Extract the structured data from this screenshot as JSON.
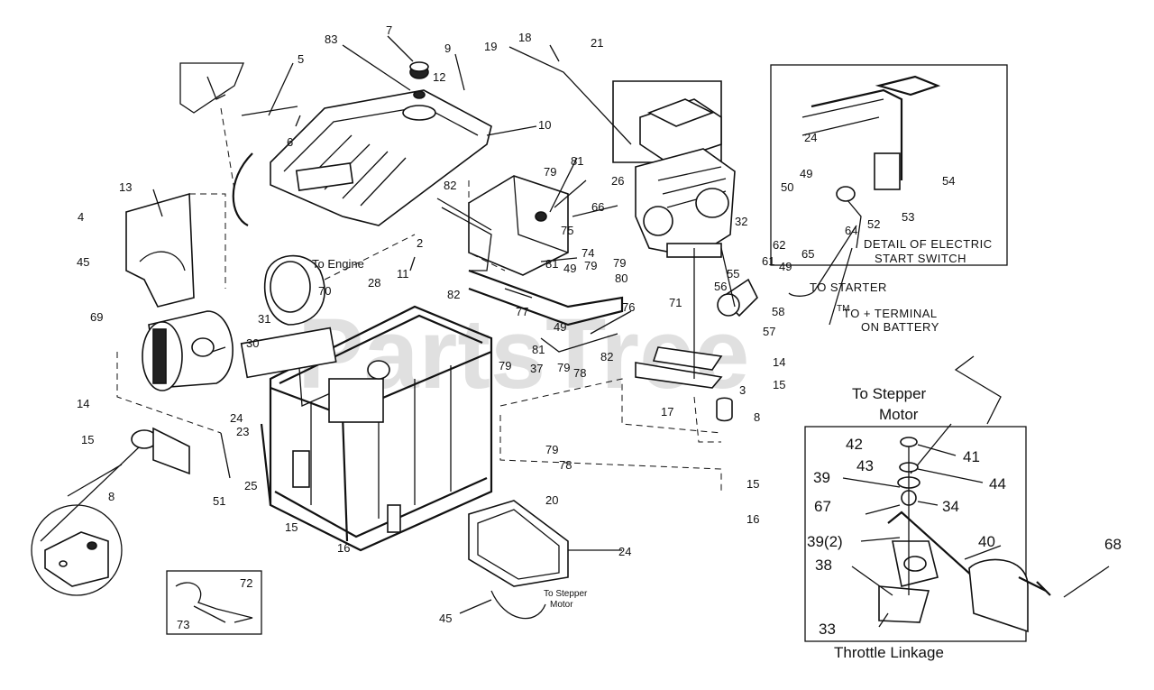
{
  "watermark": "PartsTree",
  "trademark": "TM",
  "part_labels": {
    "p83": "83",
    "p7": "7",
    "p9": "9",
    "p18": "18",
    "p19": "19",
    "p21": "21",
    "p5": "5",
    "p12": "12",
    "p6": "6",
    "p10": "10",
    "p13": "13",
    "p4": "4",
    "p2": "2",
    "p11": "11",
    "p28": "28",
    "p70": "70",
    "p45a": "45",
    "p69": "69",
    "p31": "31",
    "p30": "30",
    "p14a": "14",
    "p15a": "15",
    "p24a": "24",
    "p23": "23",
    "p25": "25",
    "p8a": "8",
    "p51": "51",
    "p82a": "82",
    "p79a": "79",
    "p81a": "81",
    "p66": "66",
    "p75": "75",
    "p74": "74",
    "p81b": "81",
    "p49a": "49",
    "p79b": "79",
    "p80": "80",
    "p82b": "82",
    "p77": "77",
    "p76": "76",
    "p49b": "49",
    "p81c": "81",
    "p82c": "82",
    "p79c": "79",
    "p79d": "79",
    "p37": "37",
    "p78a": "78",
    "p26": "26",
    "p32": "32",
    "p62": "62",
    "p61": "61",
    "p49c": "49",
    "p55": "55",
    "p56": "56",
    "p58": "58",
    "p57": "57",
    "p71": "71",
    "p14b": "14",
    "p15b": "15",
    "p3": "3",
    "p17": "17",
    "p8b": "8",
    "p79e": "79",
    "p78b": "78",
    "p15c": "15",
    "p16a": "16",
    "p15d": "15",
    "p16b": "16",
    "p20": "20",
    "p24b": "24",
    "p45b": "45",
    "p72": "72",
    "p73": "73",
    "p24c": "24",
    "p54": "54",
    "p49d": "49",
    "p50": "50",
    "p52": "52",
    "p53": "53",
    "p64": "64",
    "p65": "65",
    "p42": "42",
    "p41": "41",
    "p43": "43",
    "p44": "44",
    "p39a": "39",
    "p67": "67",
    "p34": "34",
    "p39b": "39(2)",
    "p40": "40",
    "p68": "68",
    "p38": "38",
    "p33": "33"
  },
  "callouts": {
    "to_engine": "To Engine",
    "detail_line1": "DETAIL OF ELECTRIC",
    "detail_line2": "START SWITCH",
    "to_starter": "TO STARTER",
    "to_terminal_line1": "TO + TERMINAL",
    "to_terminal_line2": "ON BATTERY",
    "to_stepper_small_line1": "To Stepper",
    "to_stepper_small_line2": "Motor",
    "to_stepper_big_line1": "To Stepper",
    "to_stepper_big_line2": "Motor",
    "throttle_linkage": "Throttle Linkage"
  },
  "icons": {
    "fuel_tank": "fuel-tank-icon",
    "engine": "engine-icon",
    "frame": "frame-icon",
    "alternator": "alternator-icon"
  }
}
